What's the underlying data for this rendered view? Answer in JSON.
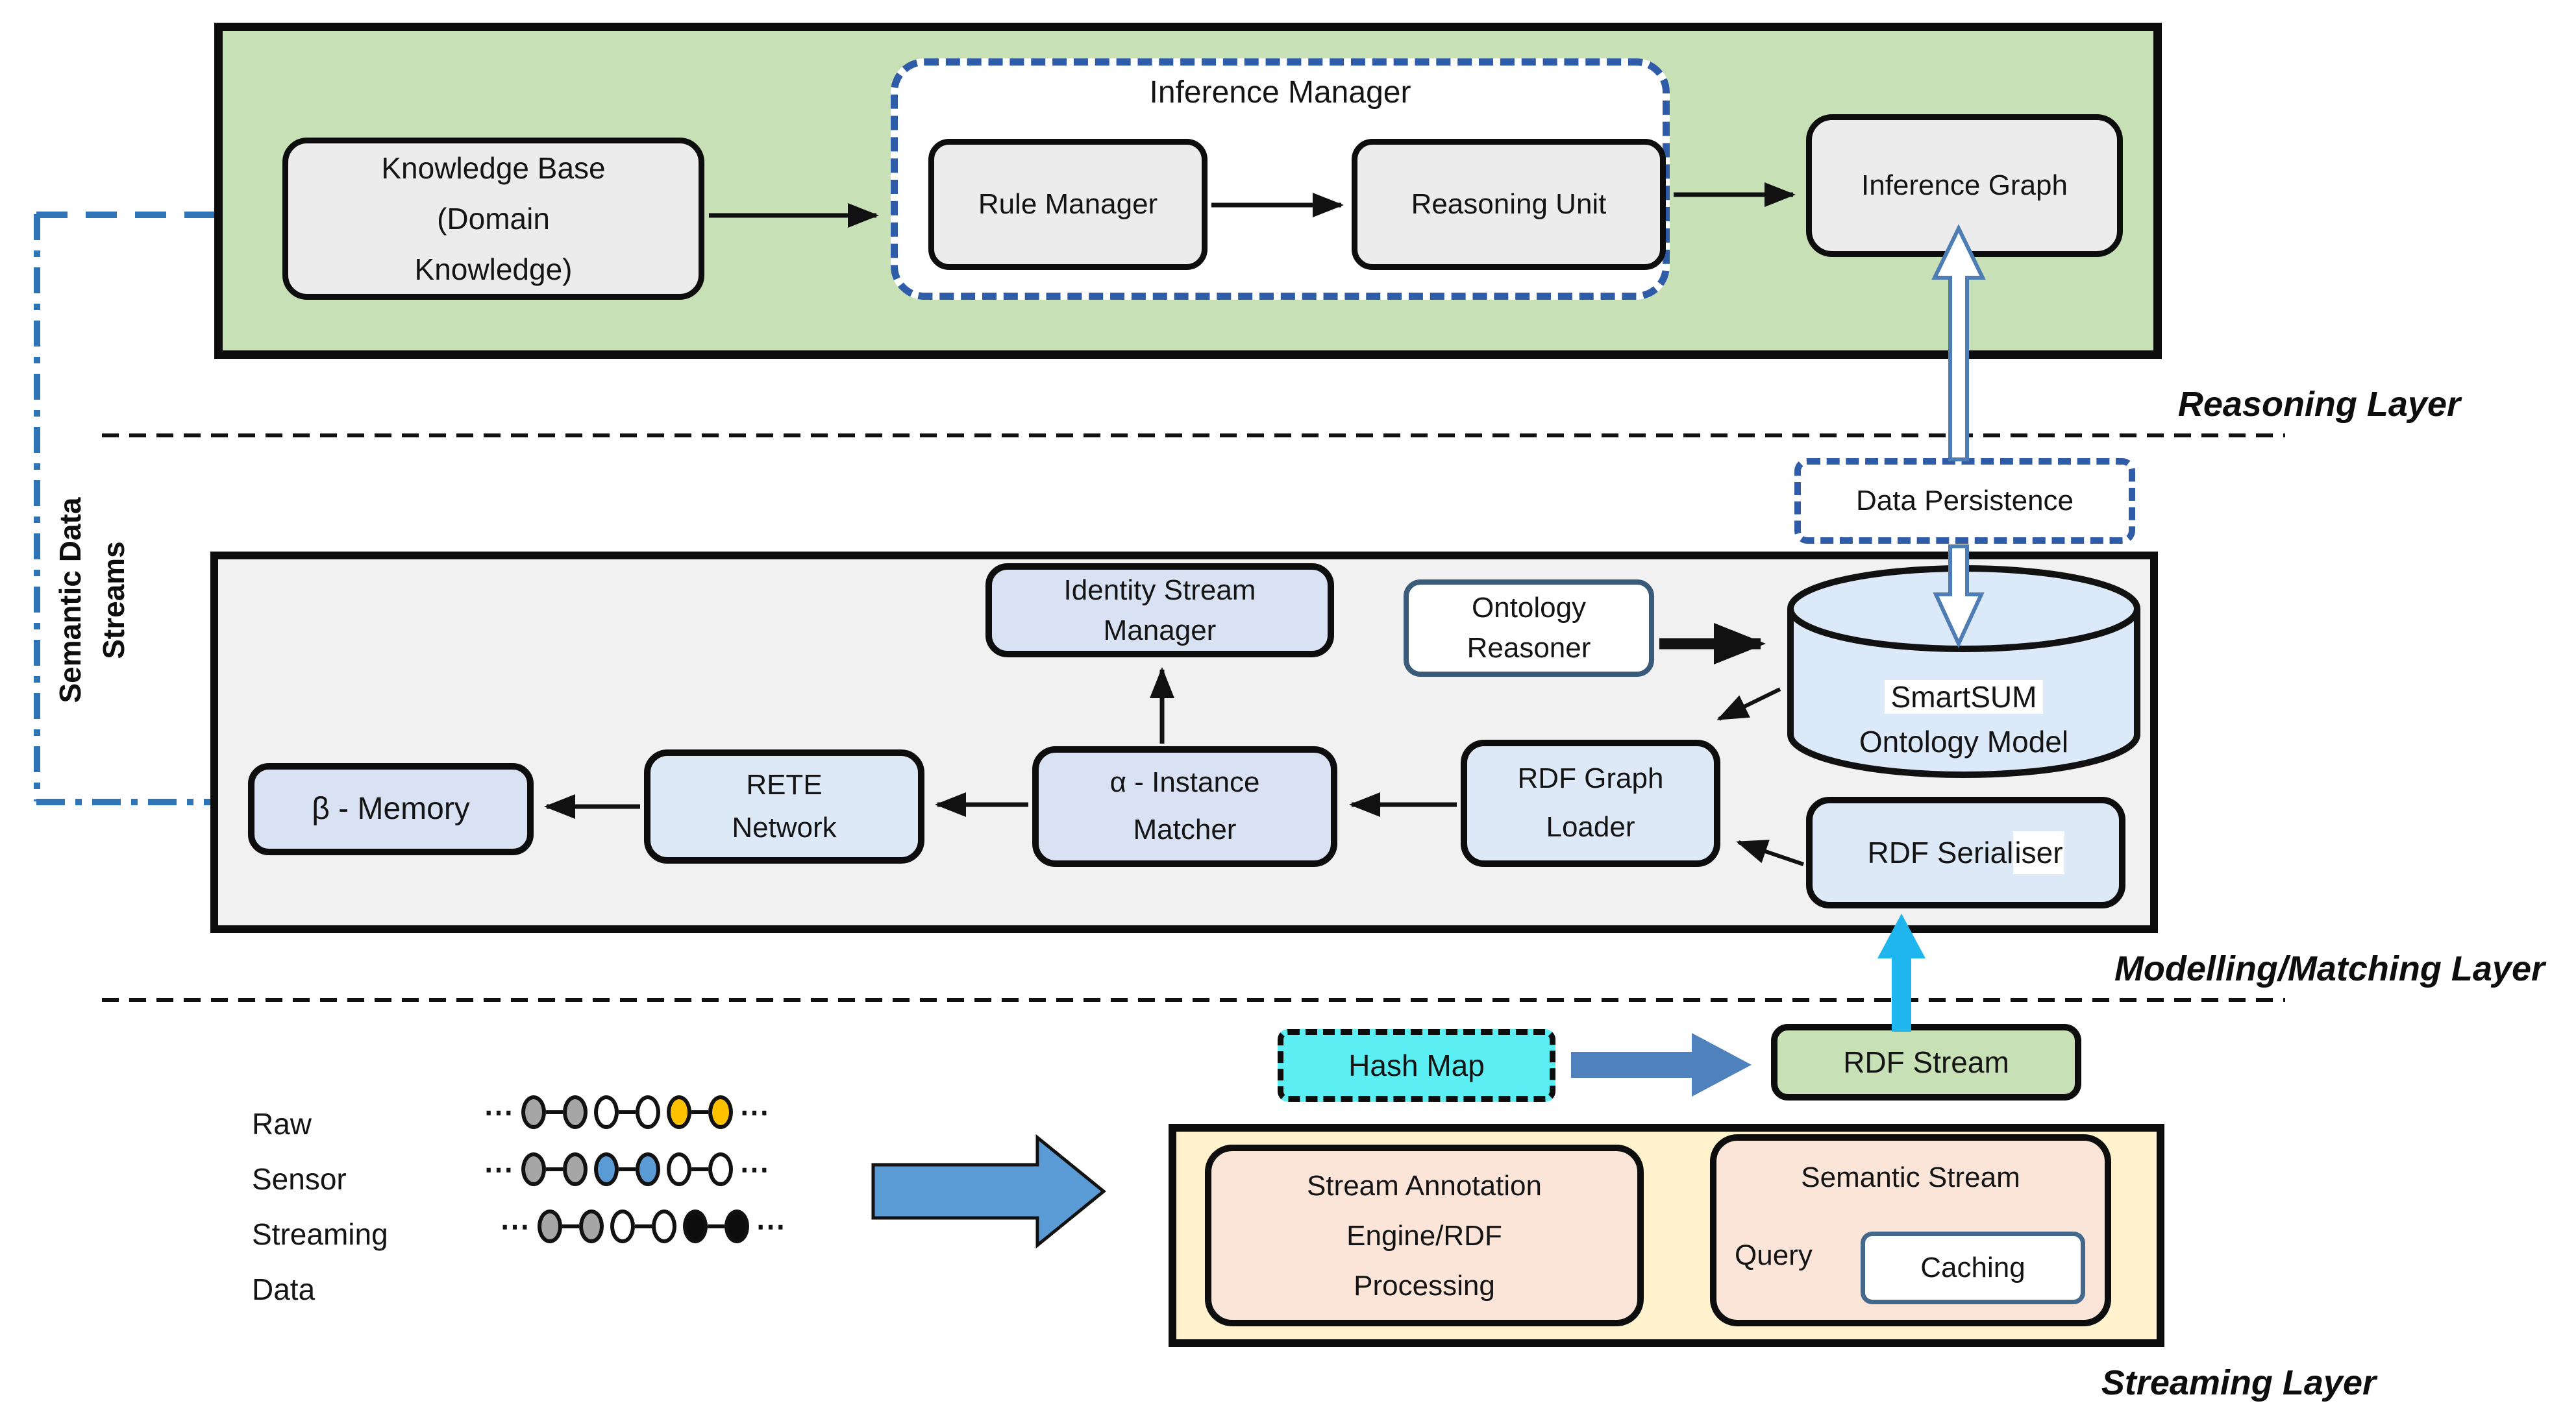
{
  "layers": {
    "reasoning": {
      "label": "Reasoning Layer",
      "knowledge_base_lines": [
        "Knowledge Base",
        "(Domain",
        "Knowledge)"
      ],
      "inference_manager_title": "Inference Manager",
      "rule_manager": "Rule Manager",
      "reasoning_unit": "Reasoning Unit",
      "inference_graph": "Inference Graph"
    },
    "modelling_matching": {
      "label": "Modelling/Matching Layer",
      "data_persistence": "Data Persistence",
      "identity_stream_manager_lines": [
        "Identity Stream",
        "Manager"
      ],
      "ontology_reasoner_lines": [
        "Ontology",
        "Reasoner"
      ],
      "smartsum_lines": [
        "SmartSUM",
        "Ontology Model"
      ],
      "rdf_graph_loader_lines": [
        "RDF Graph",
        "Loader"
      ],
      "rdf_serialiser_part1": "RDF Serial",
      "rdf_serialiser_part2": "iser",
      "alpha_instance_matcher_lines": [
        "α - Instance",
        "Matcher"
      ],
      "rete_network_lines": [
        "RETE",
        "Network"
      ],
      "beta_memory": "β - Memory"
    },
    "streaming": {
      "label": "Streaming Layer",
      "hash_map": "Hash Map",
      "rdf_stream": "RDF Stream",
      "stream_annotation_lines": [
        "Stream Annotation",
        "Engine/RDF",
        "Processing"
      ],
      "semantic_stream_line1": "Semantic Stream",
      "semantic_stream_query_word": "Query",
      "caching": "Caching",
      "raw_sensor_lines": [
        "Raw",
        "Sensor",
        "Streaming",
        "Data"
      ]
    }
  },
  "annotations": {
    "semantic_data_streams_lines": [
      "Semantic Data",
      "Streams"
    ],
    "ellipsis": "⋯"
  },
  "sensor_streams": {
    "rows": [
      {
        "dots": [
          "gray",
          "gray",
          "white",
          "white",
          "gold",
          "gold"
        ]
      },
      {
        "dots": [
          "gray",
          "gray",
          "blue",
          "blue",
          "white",
          "white"
        ]
      },
      {
        "dots": [
          "gray",
          "gray",
          "white",
          "white",
          "black",
          "black"
        ]
      }
    ],
    "dot_colors": {
      "gray": "#A6A6A6",
      "white": "#FFFFFF",
      "gold": "#FFC000",
      "blue": "#5B9BD5",
      "black": "#0D0D0D"
    }
  },
  "colors": {
    "reasoning_layer_bg": "#C7E0B6",
    "modelling_layer_bg": "#F1F1F1",
    "streaming_layer_bg": "#FFF2CC",
    "node_gray": "#ECECEC",
    "node_lavender": "#D9E2F3",
    "node_blue": "#DEE9F7",
    "node_pink": "#FAE5D8",
    "hash_map_cyan": "#5BEEF3",
    "rdf_stream_green": "#C7E0B6",
    "dashed_blue": "#2F5CA8",
    "arrow_blue": "#4F81BD",
    "cyan_arrow": "#1FB5EE",
    "stream_line_blue": "#2E74B6"
  }
}
